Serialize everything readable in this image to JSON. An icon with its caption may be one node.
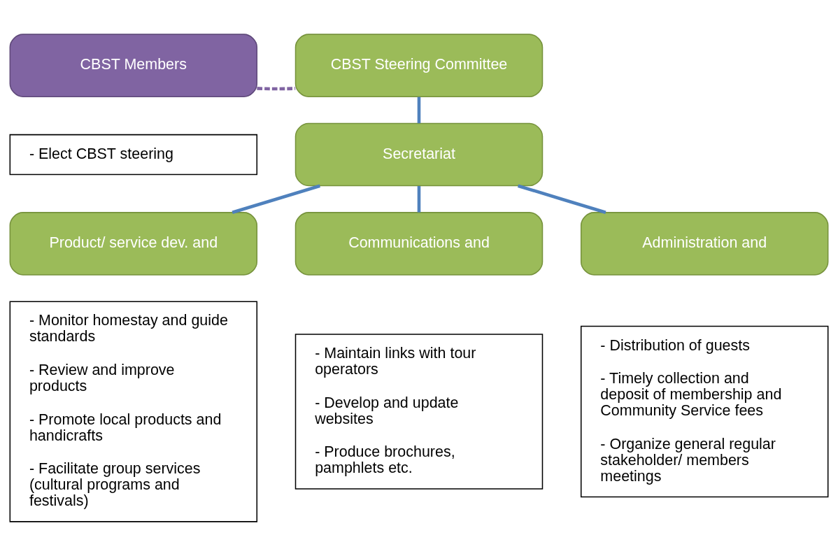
{
  "diagram": {
    "nodes": [
      {
        "text": [
          "CBST Members"
        ]
      },
      {
        "text": [
          "- Elect CBST steering"
        ]
      },
      {
        "text": [
          "CBST Steering Committee"
        ]
      },
      {
        "text": [
          "Secretariat"
        ]
      },
      {
        "text": [
          "Product/ service dev. and"
        ]
      },
      {
        "text": [
          "Communications and"
        ]
      },
      {
        "text": [
          "Administration and"
        ]
      },
      {
        "text": [
          "- Monitor homestay and guide standards",
          "- Review and improve products",
          "- Promote local products and handicrafts",
          "- Facilitate group services (cultural programs and festivals)"
        ]
      },
      {
        "text": [
          "- Maintain links with tour operators",
          "- Develop and update websites",
          "- Produce brochures, pamphlets etc."
        ]
      },
      {
        "text": [
          "- Distribution of guests",
          "- Timely collection and deposit of membership and Community Service fees",
          "- Organize general regular stakeholder/ members meetings"
        ]
      }
    ],
    "edges": [
      {
        "from": 0,
        "to": 2,
        "arrow": "none",
        "style": "dashed",
        "color": "#8064a2"
      },
      {
        "from": 2,
        "to": 3,
        "arrow": "none"
      },
      {
        "from": 3,
        "to": 4,
        "arrow": "none"
      },
      {
        "from": 3,
        "to": 5,
        "arrow": "none"
      },
      {
        "from": 3,
        "to": 6,
        "arrow": "none"
      }
    ]
  }
}
